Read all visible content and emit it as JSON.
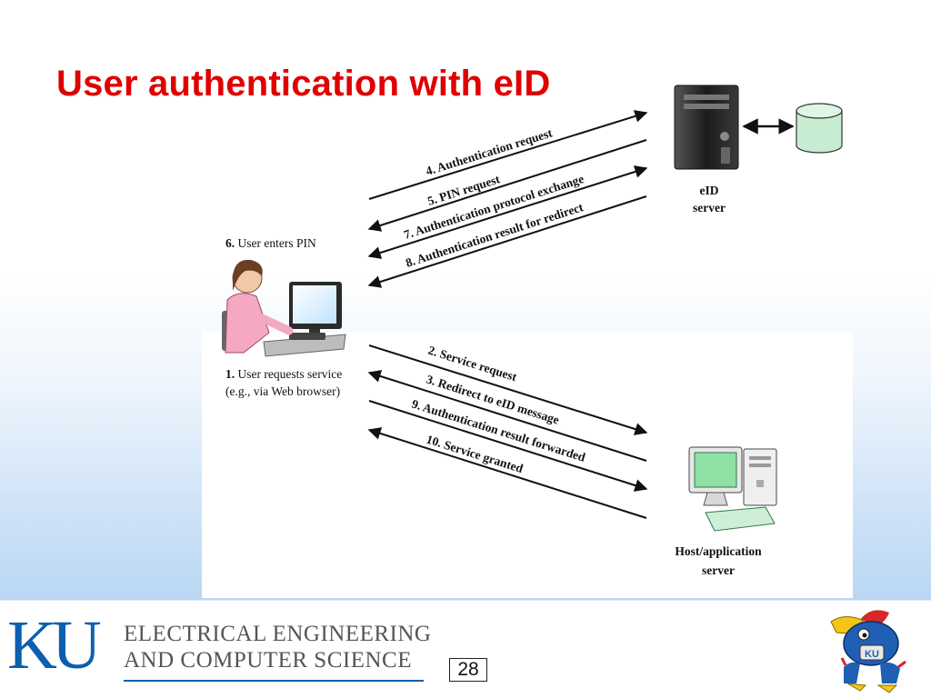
{
  "slide": {
    "title": "User authentication with eID",
    "page_number": "28"
  },
  "diagram": {
    "eid_server": {
      "line1": "eID",
      "line2": "server"
    },
    "host_server": {
      "line1": "Host/application",
      "line2": "server"
    },
    "user_pin": {
      "number": "6.",
      "text": " User enters PIN"
    },
    "user_request": {
      "number": "1.",
      "text": " User requests service",
      "text2": "(e.g., via Web browser)"
    },
    "steps": {
      "s4": "4. Authentication request",
      "s5": "5. PIN request",
      "s7": "7. Authentication protocol exchange",
      "s8": "8. Authentication result for redirect",
      "s2": "2. Service request",
      "s3": "3. Redirect to eID message",
      "s9": "9. Authentication result forwarded",
      "s10": "10. Service granted"
    }
  },
  "footer": {
    "logo_letters": "KU",
    "dept_line1": "ELECTRICAL ENGINEERING",
    "dept_line2": "AND COMPUTER SCIENCE"
  },
  "colors": {
    "title": "#e00000",
    "ku_blue": "#0b5fae",
    "monitor_green": "#8fe0a5",
    "database_green": "#c6ecd2"
  }
}
